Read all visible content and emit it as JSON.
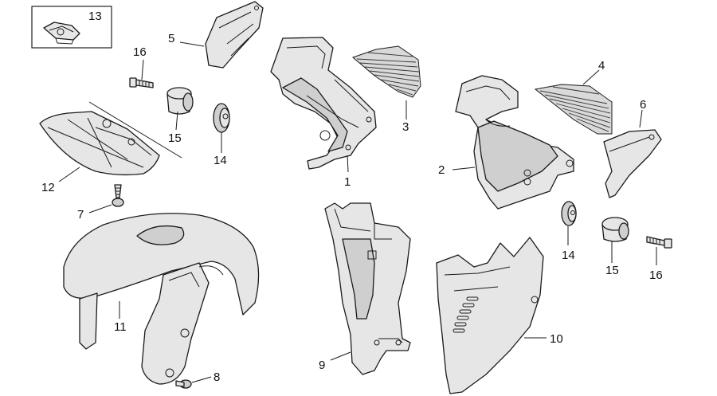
{
  "callouts": {
    "c1": "1",
    "c2": "2",
    "c3": "3",
    "c4": "4",
    "c5": "5",
    "c6": "6",
    "c7": "7",
    "c8": "8",
    "c9": "9",
    "c10": "10",
    "c11": "11",
    "c12": "12",
    "c13": "13",
    "c14a": "14",
    "c14b": "14",
    "c15a": "15",
    "c15b": "15",
    "c16a": "16",
    "c16b": "16"
  }
}
